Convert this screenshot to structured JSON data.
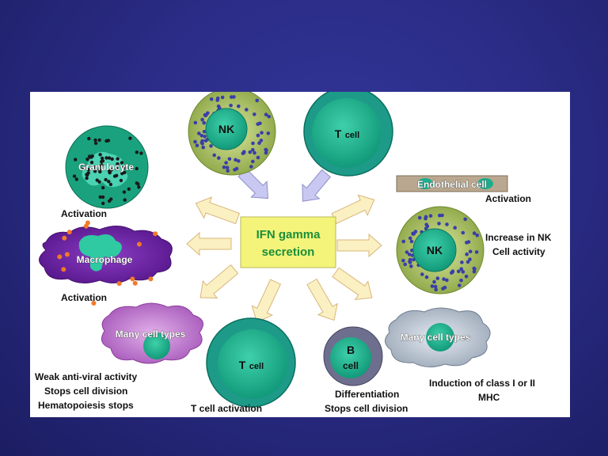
{
  "center": {
    "line1": "IFN gamma",
    "line2": "secretion"
  },
  "cells": {
    "nk_top": "NK",
    "t_top_main": "T",
    "t_top_sub": "cell",
    "granulocyte": "Granulocyte",
    "macrophage": "Macrophage",
    "endothelial": "Endothelial cell",
    "nk_right": "NK",
    "many_left": "Many cell types",
    "t_bottom_main": "T",
    "t_bottom_sub": "cell",
    "b_cell_line1": "B",
    "b_cell_line2": "cell",
    "many_right": "Many cell types"
  },
  "labels": {
    "granulocyte_activation": "Activation",
    "macrophage_activation": "Activation",
    "endothelial_activation": "Activation",
    "nk_increase_line1": "Increase in NK",
    "nk_increase_line2": "Cell activity",
    "many_left_line1": "Weak anti-viral activity",
    "many_left_line2": "Stops cell division",
    "many_left_line3": "Hematopoiesis stops",
    "t_activation": "T cell activation",
    "b_line1": "Differentiation",
    "b_line2": "Stops cell division",
    "mhc_line1": "Induction of class I or II",
    "mhc_line2": "MHC"
  },
  "colors": {
    "background": "#2a2c86",
    "panel": "#ffffff",
    "center_box": "#f4f47a",
    "center_text": "#1b8e3a",
    "cell_teal": "#1cae8c",
    "nk_outer": "#a9c05e",
    "macrophage": "#6b1f9e",
    "many_left": "#c37fcf",
    "many_right": "#b8c4d2",
    "b_outer": "#6e6f8e"
  }
}
